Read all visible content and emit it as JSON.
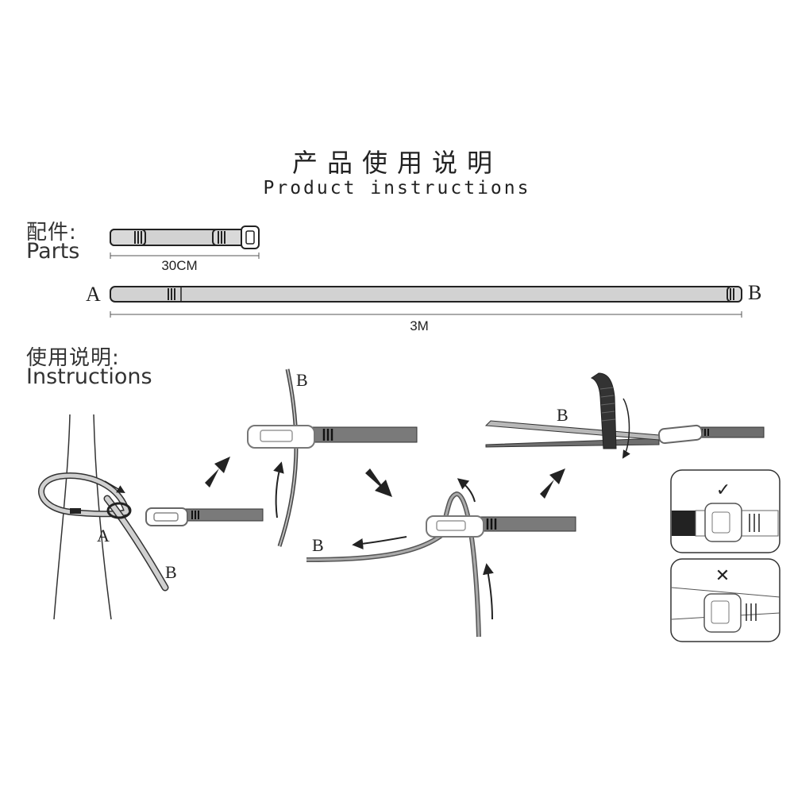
{
  "title": {
    "zh": "产品使用说明",
    "en": "Product instructions"
  },
  "parts": {
    "zh": "配件:",
    "en": "Parts",
    "short_length": "30CM",
    "long_length": "3M",
    "end_a": "A",
    "end_b": "B"
  },
  "instructions": {
    "zh": "使用说明:",
    "en": "Instructions"
  },
  "steps": {
    "step1": {
      "label_a": "A",
      "label_b": "B"
    },
    "step2": {
      "label_b": "B"
    },
    "step3": {
      "label_b": "B"
    },
    "step4": {
      "label_b": "B"
    }
  },
  "check": {
    "correct_mark": "✓",
    "wrong_mark": "✕"
  }
}
